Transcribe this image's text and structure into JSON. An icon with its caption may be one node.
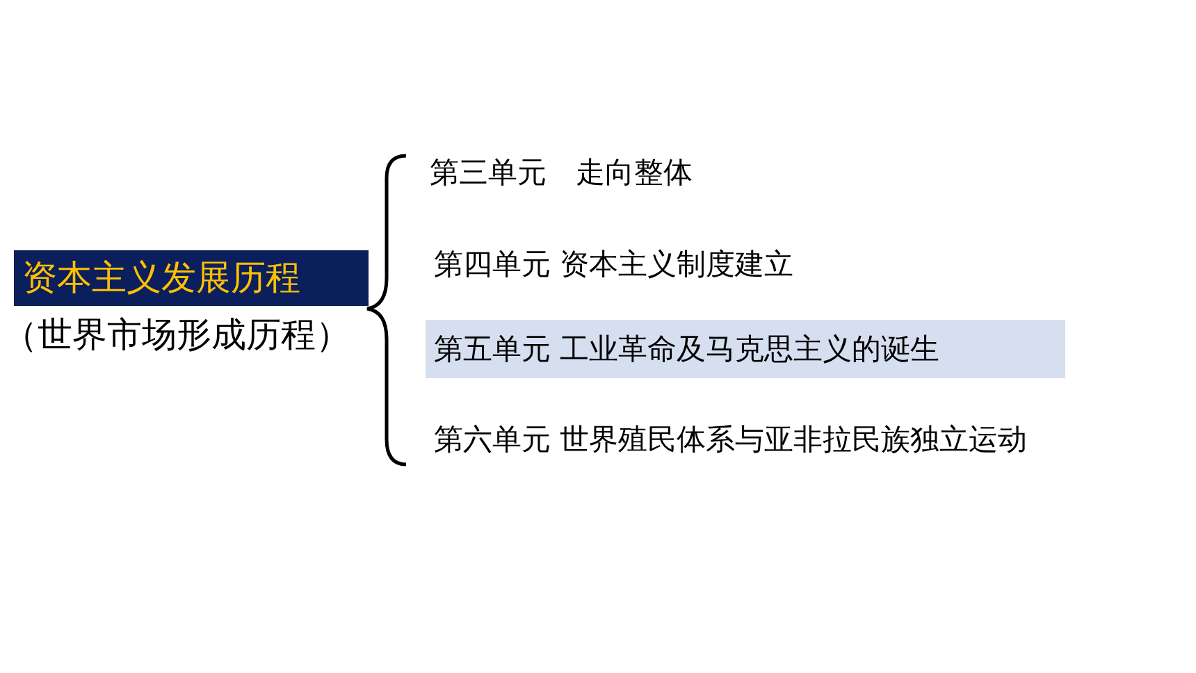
{
  "diagram": {
    "nodes": [
      {
        "text": [
          "资本主义发展历程"
        ],
        "beside": [
          "（世界市场形成历程）"
        ]
      },
      {
        "text": [
          "第三单元　走向整体"
        ]
      },
      {
        "text": [
          "第四单元 资本主义制度建立"
        ]
      },
      {
        "text": [
          "第五单元 工业革命及马克思主义的诞生"
        ]
      },
      {
        "text": [
          "第六单元 世界殖民体系与亚非拉民族独立运动"
        ]
      }
    ]
  }
}
